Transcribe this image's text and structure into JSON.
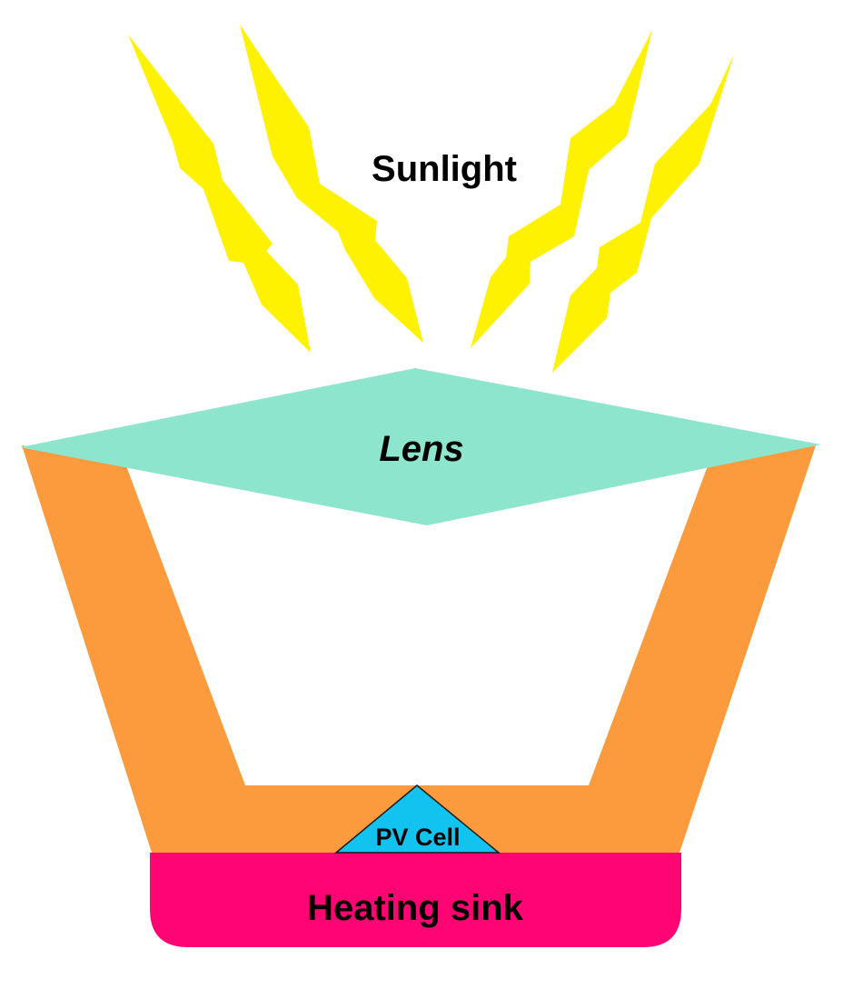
{
  "labels": {
    "sunlight": "Sunlight",
    "lens": "Lens",
    "pv_cell": "PV Cell",
    "heating_sink": "Heating sink"
  },
  "colors": {
    "sunlight_bolt": "#FFF200",
    "lens": "#8DE5CD",
    "frame": "#FB9B3E",
    "pv_cell": "#12C3F0",
    "heating_sink": "#FF0574",
    "text": "#000000",
    "background": "#FFFFFF"
  },
  "icons": {
    "sunlight_rays": "lightning-bolt",
    "pv_cell": "triangle"
  }
}
